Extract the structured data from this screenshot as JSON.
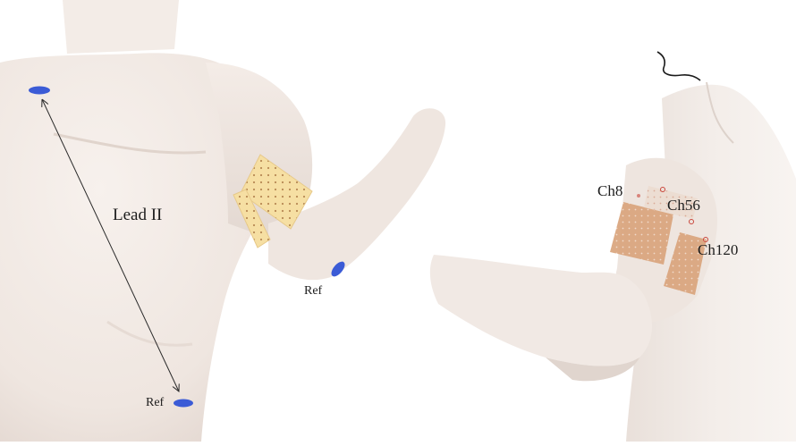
{
  "labels": {
    "lead": "Lead II",
    "ref_arm": "Ref",
    "ref_hip": "Ref",
    "ch8": "Ch8",
    "ch56": "Ch56",
    "ch120": "Ch120"
  },
  "colors": {
    "skin": "#f2ebe6",
    "skin_shadow": "#dcd0c9",
    "electrode_blue": "#3b5bd6",
    "grid_array_yellow": "#f6dfa3",
    "grid_dot": "#b88a55",
    "hd_array_tan": "#d9a47c",
    "hd_array_light": "#ead6c6",
    "hd_array_red": "#c9453b",
    "line": "#2a2a2a"
  },
  "icons": [
    "electrode-pad-icon",
    "double-arrow-icon"
  ]
}
